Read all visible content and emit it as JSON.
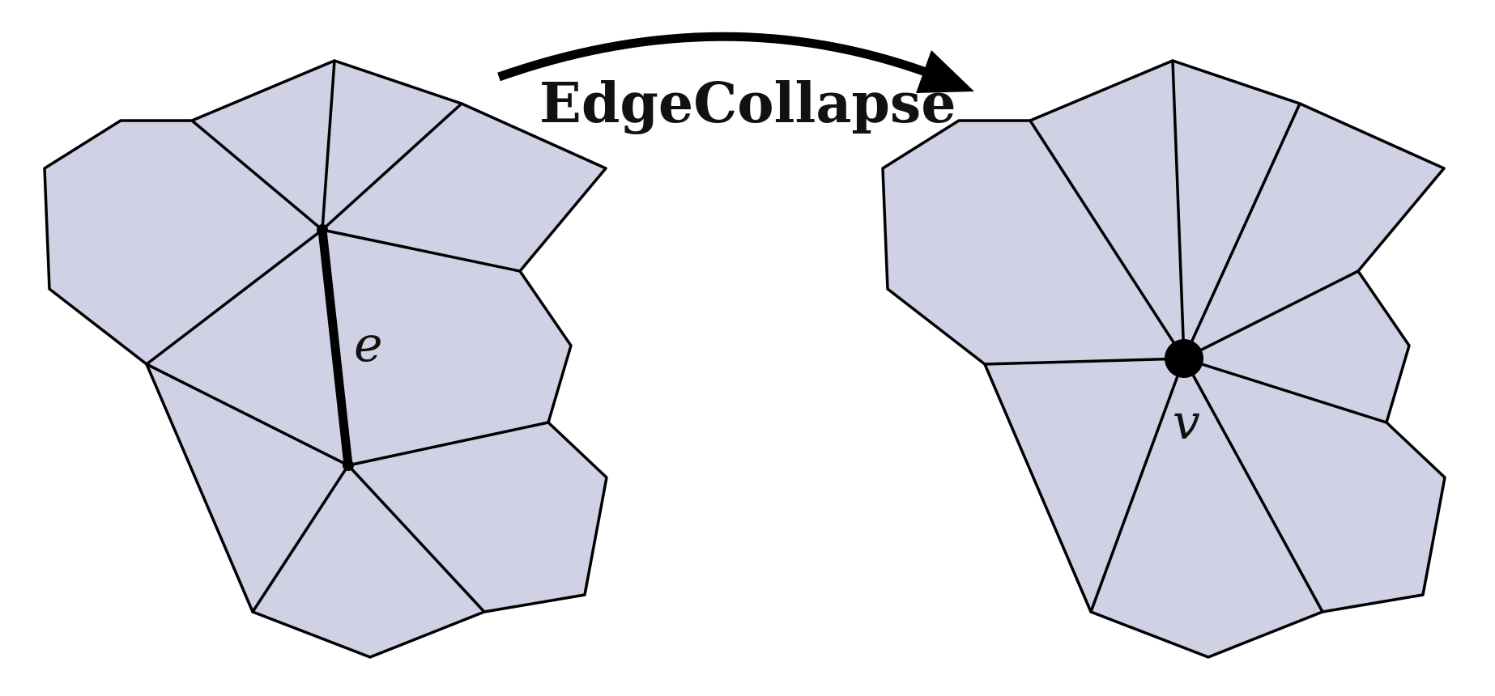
{
  "operation_label": "EdgeCollapse",
  "edge_label": "e",
  "vertex_label": "v",
  "colors": {
    "face_fill": "#d1d1e6",
    "stroke": "#000000",
    "background": "#ffffff"
  }
}
